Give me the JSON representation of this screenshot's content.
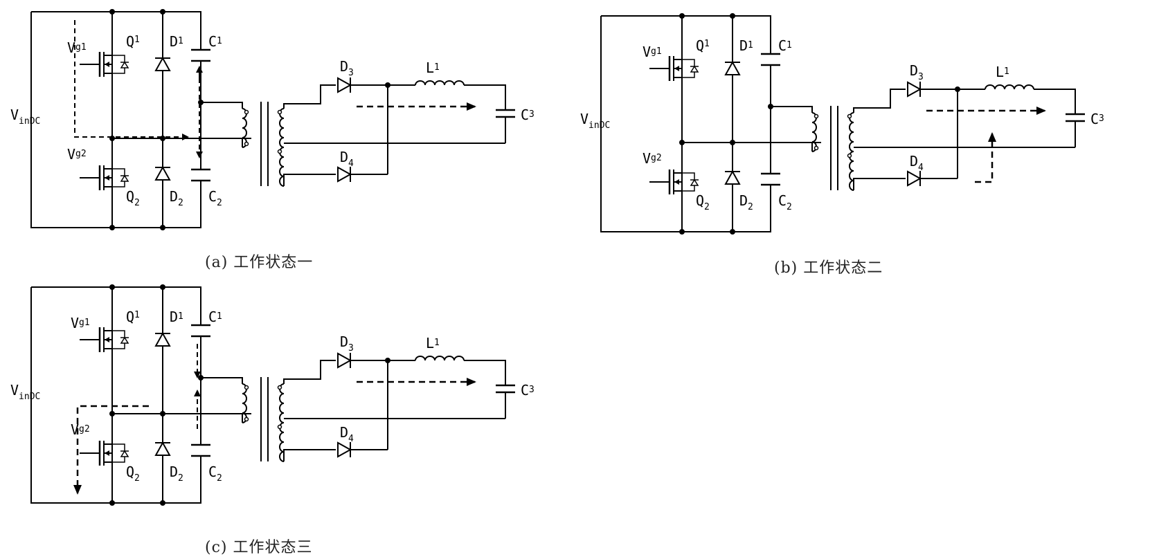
{
  "captions": {
    "a": "(a) 工作状态一",
    "b": "(b) 工作状态二",
    "c": "(c) 工作状态三"
  },
  "labels": {
    "vin": {
      "main": "V",
      "sub": "inDC"
    },
    "vg1": {
      "main": "V",
      "sub": "g1"
    },
    "vg2": {
      "main": "V",
      "sub": "g2"
    },
    "q1": {
      "main": "Q",
      "sub": "1"
    },
    "q2": {
      "main": "Q",
      "sub": "2"
    },
    "d1": {
      "main": "D",
      "sub": "1"
    },
    "d2": {
      "main": "D",
      "sub": "2"
    },
    "c1": {
      "main": "C",
      "sub": "1"
    },
    "c2": {
      "main": "C",
      "sub": "2"
    },
    "c3": {
      "main": "C",
      "sub": "3"
    },
    "d3": {
      "main": "D",
      "sub": "3"
    },
    "d4": {
      "main": "D",
      "sub": "4"
    },
    "l1": {
      "main": "L",
      "sub": "1"
    }
  },
  "colors": {
    "line": "#000000",
    "background": "#ffffff"
  }
}
